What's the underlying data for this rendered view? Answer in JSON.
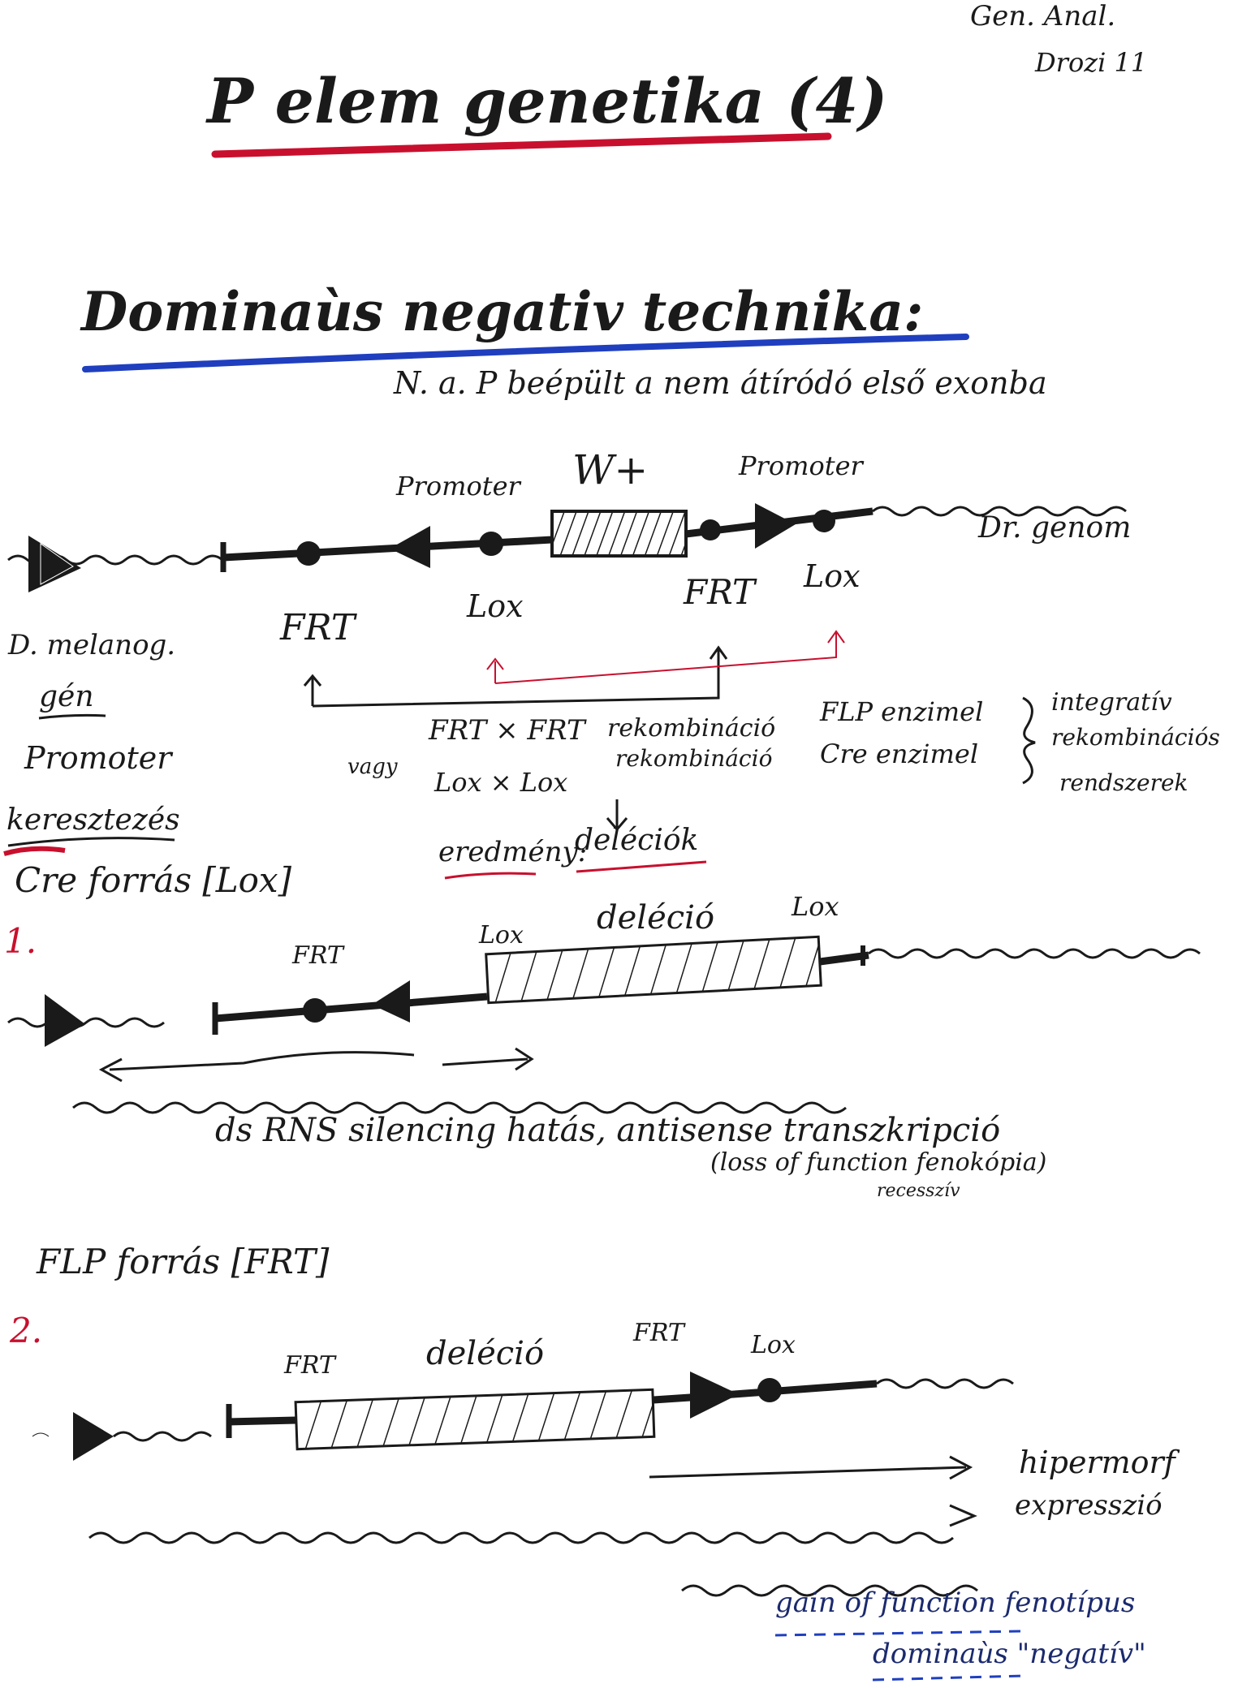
{
  "header": {
    "title": "P elem genetika (4)",
    "corner_line1": "Gen. Anal.",
    "corner_line2": "Drozi 11"
  },
  "section": {
    "heading": "Dominaùs negativ technika:",
    "subtitle": "N. a. P beépült a nem átíródó első exonba"
  },
  "construct": {
    "promoter_left": "Promoter",
    "wplus": "W+",
    "promoter_right": "Promoter",
    "genome": "Dr. genom",
    "frt1": "FRT",
    "lox1": "Lox",
    "frt2": "FRT",
    "lox2": "Lox"
  },
  "left_notes": {
    "line1": "D. melanog.",
    "line2": "gén",
    "line3": "Promoter",
    "line4": "keresztezés"
  },
  "recombination": {
    "frt_x_frt": "FRT × FRT",
    "rekomb1": "rekombináció",
    "flp": "FLP enzimel",
    "vagy": "vagy",
    "lox_x_lox": "Lox × Lox",
    "rekomb2": "rekombináció",
    "cre": "Cre enzimel",
    "integrativ1": "integratív",
    "integrativ2": "rekombinációs",
    "integrativ3": "rendszerek",
    "result_label": "eredmény:",
    "result_value": "deléciók"
  },
  "case1": {
    "source": "Cre forrás [Lox]",
    "number": "1.",
    "frt": "FRT",
    "lox_left": "Lox",
    "delecio": "deléció",
    "lox_right": "Lox",
    "effect": "ds RNS silencing hatás, antisense transzkripció",
    "note": "(loss of function fenokópia)",
    "note2": "recesszív"
  },
  "case2": {
    "source": "FLP forrás [FRT]",
    "number": "2.",
    "frt_left": "FRT",
    "delecio": "deléció",
    "frt_right": "FRT",
    "lox": "Lox",
    "hipermorf1": "hipermorf",
    "hipermorf2": "expresszió",
    "gain": "gain of function fenotípus",
    "dominans": "dominaùs \"negatív\""
  }
}
